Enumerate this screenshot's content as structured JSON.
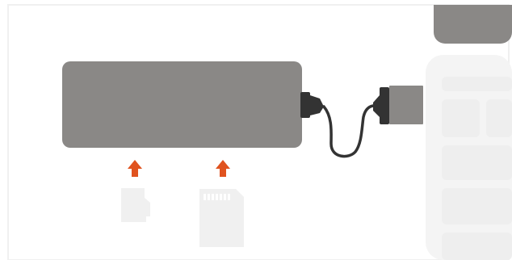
{
  "diagram": {
    "colors": {
      "background": "#ffffff",
      "frame_border": "#f0f0f0",
      "hub_body": "#8a8886",
      "hub_connector": "#333333",
      "cable": "#333333",
      "usb_plug": "#8a8886",
      "arrow": "#e0531f",
      "card_slot_fill": "#f0f0f0",
      "card_pin_fill": "#ffffff",
      "laptop_fill": "#f4f4f4",
      "laptop_keys": "#eeeeee",
      "laptop_lid": "#8a8886"
    },
    "components": [
      {
        "id": "card-reader-hub",
        "icon": "hub-body"
      },
      {
        "id": "usb-c-connector",
        "icon": "usb-c-plug-icon"
      },
      {
        "id": "usb-a-plug",
        "icon": "usb-a-plug-icon"
      },
      {
        "id": "laptop",
        "icon": "laptop-icon"
      },
      {
        "id": "micro-sd-card",
        "icon": "micro-sd-card-icon",
        "insert_direction": "up"
      },
      {
        "id": "sd-card",
        "icon": "sd-card-icon",
        "insert_direction": "up"
      }
    ]
  }
}
